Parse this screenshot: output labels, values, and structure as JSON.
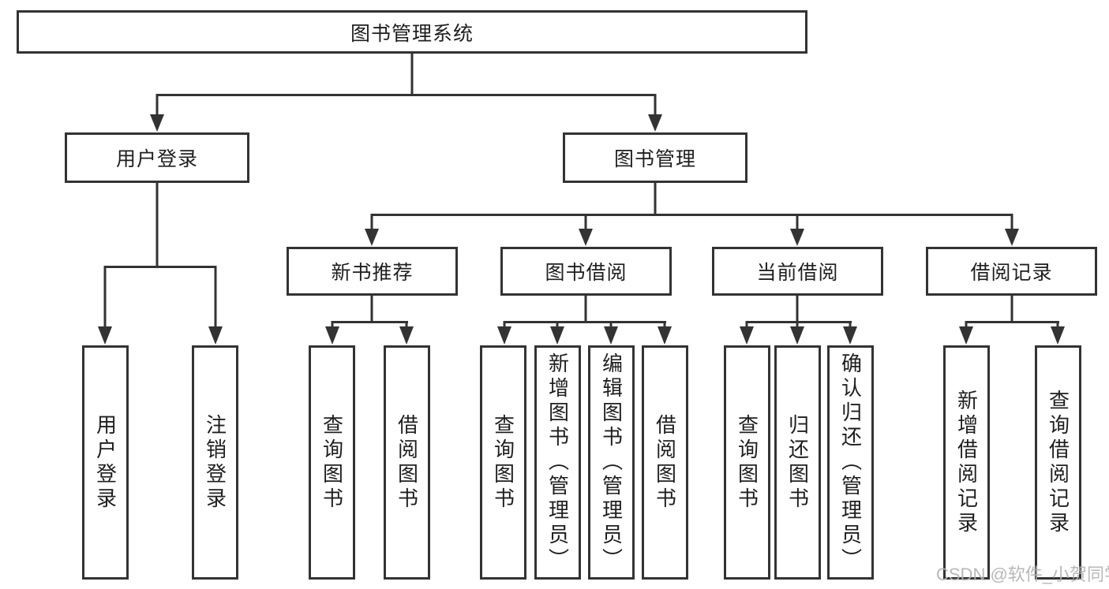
{
  "diagram": {
    "title": "图书管理系统",
    "type": "hierarchy-tree",
    "colors": {
      "line": "#333333",
      "border": "#333333",
      "text": "#1f1f1f",
      "background": "#ffffff",
      "watermark": "#b2b2b2"
    },
    "root": {
      "label": "图书管理系统"
    },
    "branches": [
      {
        "label": "用户登录",
        "children": [
          "用户登录",
          "注销登录"
        ]
      },
      {
        "label": "图书管理",
        "children": [
          {
            "label": "新书推荐",
            "children": [
              "查询图书",
              "借阅图书"
            ]
          },
          {
            "label": "图书借阅",
            "children": [
              "查询图书",
              "新增图书（管理员）",
              "编辑图书（管理员）",
              "借阅图书"
            ]
          },
          {
            "label": "当前借阅",
            "children": [
              "查询图书",
              "归还图书",
              "确认归还（管理员）"
            ]
          },
          {
            "label": "借阅记录",
            "children": [
              "新增借阅记录",
              "查询借阅记录"
            ]
          }
        ]
      }
    ],
    "watermark": "CSDN @软件_小贺同学"
  }
}
